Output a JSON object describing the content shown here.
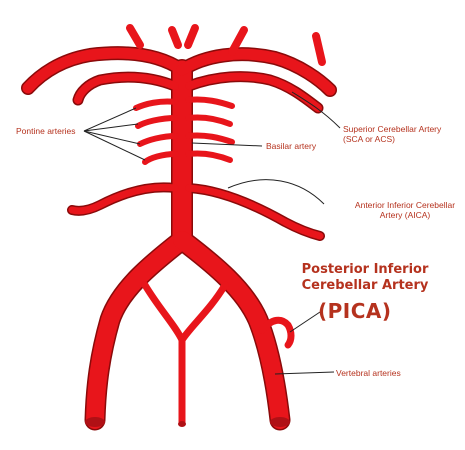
{
  "labels": {
    "pontine": "Pontine arteries",
    "basilar": "Basilar artery",
    "sca_line1": "Superior Cerebellar Artery",
    "sca_line2": "(SCA or ACS)",
    "aica_line1": "Anterior Inferior Cerebellar",
    "aica_line2": "Artery (AICA)",
    "pica_line1": "Posterior Inferior",
    "pica_line2": "Cerebellar Artery",
    "pica_abbr": "(PICA)",
    "vertebral": "Vertebral arteries"
  },
  "colors": {
    "artery": "#e8151b",
    "artery_outline": "#8a0a0a",
    "vessel_end": "#b01015",
    "label": "#b5321e",
    "leader_line": "#222222"
  }
}
